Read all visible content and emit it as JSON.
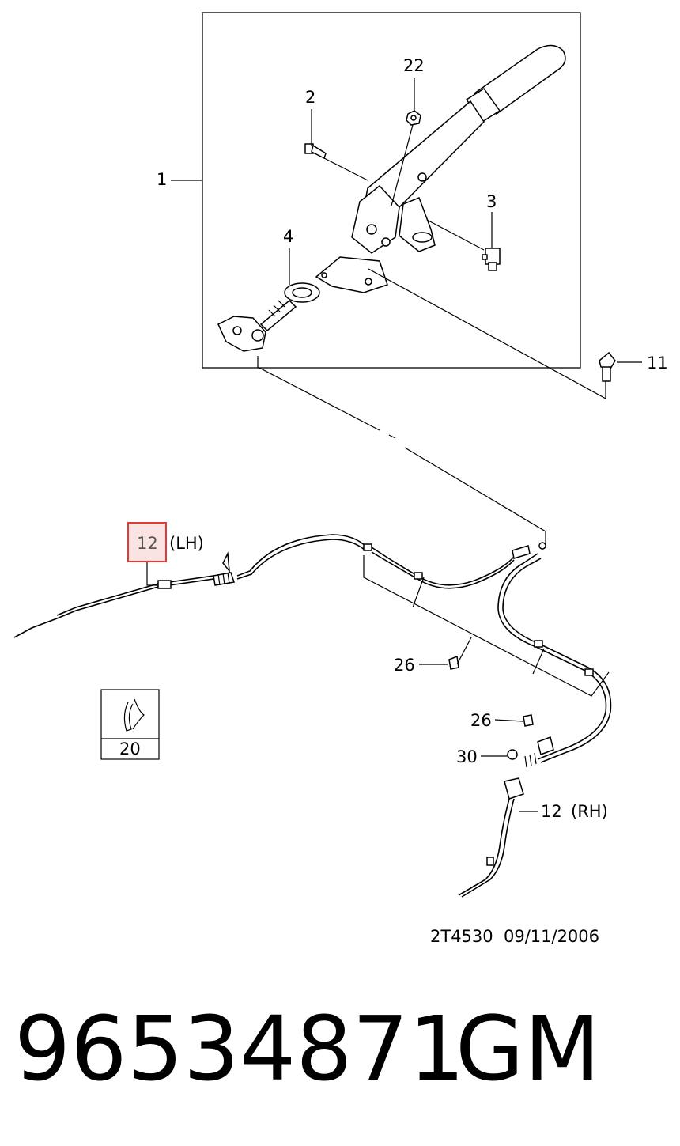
{
  "callouts": {
    "c1": "1",
    "c2": "2",
    "c22": "22",
    "c3": "3",
    "c4": "4",
    "c11": "11",
    "c12_lh_num": "12",
    "c12_lh_side": "(LH)",
    "c26_a": "26",
    "c26_b": "26",
    "c30": "30",
    "c12_rh_num": "12",
    "c12_rh_side": "(RH)",
    "c20": "20"
  },
  "highlight": {
    "color": "#e53935",
    "fill": "#fbe3e4",
    "callout": "12 (LH)"
  },
  "stamp": "2T4530  09/11/2006",
  "footer": {
    "part_number": "96534871",
    "brand": "GM"
  }
}
